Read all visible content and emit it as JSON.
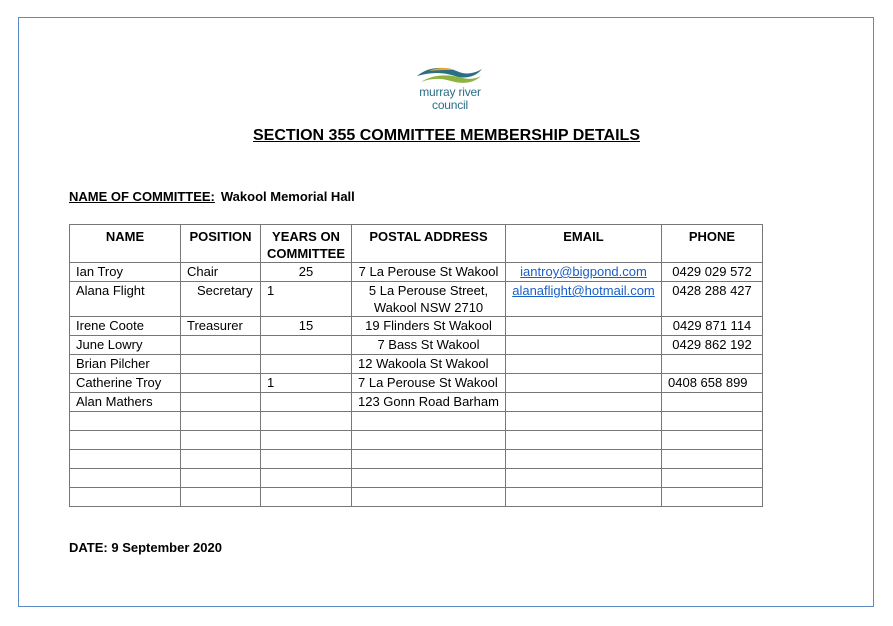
{
  "logo": {
    "line1": "murray river",
    "line2": "council"
  },
  "title": "SECTION 355 COMMITTEE MEMBERSHIP DETAILS",
  "committee": {
    "label": "NAME OF COMMITTEE:",
    "value": "Wakool Memorial Hall"
  },
  "table": {
    "headers": [
      "NAME",
      "POSITION",
      "YEARS ON COMMITTEE",
      "POSTAL ADDRESS",
      "EMAIL",
      "PHONE"
    ],
    "rows": [
      {
        "name": "Ian Troy",
        "position": "Chair",
        "years": "25",
        "address": "7 La Perouse St Wakool",
        "email": "iantroy@bigpond.com",
        "phone": "0429 029 572"
      },
      {
        "name": "Alana Flight",
        "position": "Secretary",
        "years": "1",
        "address_line1": "5 La Perouse Street,",
        "address_line2": "Wakool NSW 2710",
        "email": "alanaflight@hotmail.com",
        "phone": "0428 288 427"
      },
      {
        "name": "Irene Coote",
        "position": "Treasurer",
        "years": "15",
        "address": "19 Flinders St Wakool",
        "email": "",
        "phone": "0429 871 114"
      },
      {
        "name": "June Lowry",
        "position": "",
        "years": "",
        "address": "7 Bass St Wakool",
        "email": "",
        "phone": "0429 862 192"
      },
      {
        "name": "Brian Pilcher",
        "position": "",
        "years": "",
        "address": "12 Wakoola St Wakool",
        "email": "",
        "phone": ""
      },
      {
        "name": "Catherine Troy",
        "position": "",
        "years": "1",
        "address": "7 La Perouse St Wakool",
        "email": "",
        "phone": "0408 658 899"
      },
      {
        "name": "Alan Mathers",
        "position": "",
        "years": "",
        "address": "123 Gonn Road Barham",
        "email": "",
        "phone": ""
      }
    ]
  },
  "date": "DATE: 9 September 2020"
}
